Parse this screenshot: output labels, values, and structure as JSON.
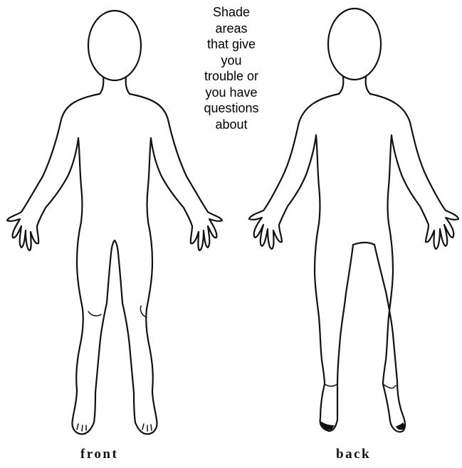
{
  "instruction_lines": [
    "Shade",
    "areas",
    "that give",
    "you",
    "trouble or",
    "you have",
    "questions",
    "about"
  ],
  "figures": {
    "front_label": "front",
    "back_label": "back"
  }
}
